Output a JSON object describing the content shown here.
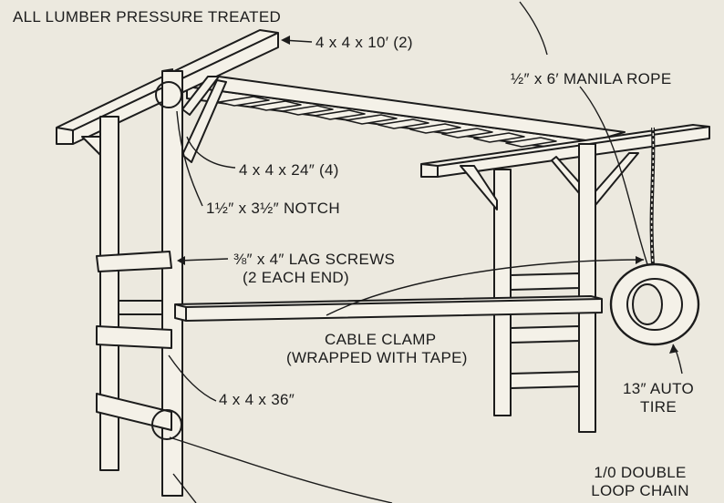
{
  "title": "ALL LUMBER PRESSURE TREATED",
  "labels": {
    "top_beam": "4 x 4 x 10′ (2)",
    "rope": "½″ x 6′ MANILA ROPE",
    "brace": "4 x 4 x 24″ (4)",
    "notch": "1½″ x 3½″ NOTCH",
    "lag_line1": "⅜″ x 4″ LAG SCREWS",
    "lag_line2": "(2 EACH END)",
    "clamp_line1": "CABLE CLAMP",
    "clamp_line2": "(WRAPPED WITH TAPE)",
    "post": "4 x 4 x 36″",
    "tire_line1": "13″ AUTO",
    "tire_line2": "TIRE",
    "chain_line1": "1/0 DOUBLE",
    "chain_line2": "LOOP CHAIN"
  },
  "colors": {
    "paper": "#ece9df",
    "ink": "#1c1c1c",
    "wood": "#f4f1e8"
  }
}
